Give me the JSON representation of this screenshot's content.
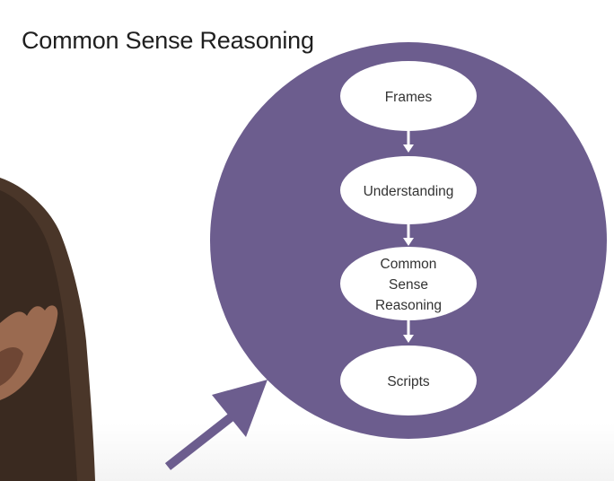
{
  "slide": {
    "title": "Common Sense Reasoning"
  },
  "diagram": {
    "circle_color": "#6c5d8e",
    "node_fill": "#ffffff",
    "nodes": [
      {
        "lines": [
          "Frames"
        ]
      },
      {
        "lines": [
          "Understanding"
        ]
      },
      {
        "lines": [
          "Common",
          "Sense",
          "Reasoning"
        ]
      },
      {
        "lines": [
          "Scripts"
        ]
      }
    ],
    "pointer_arrow_color": "#6c5d8e"
  }
}
